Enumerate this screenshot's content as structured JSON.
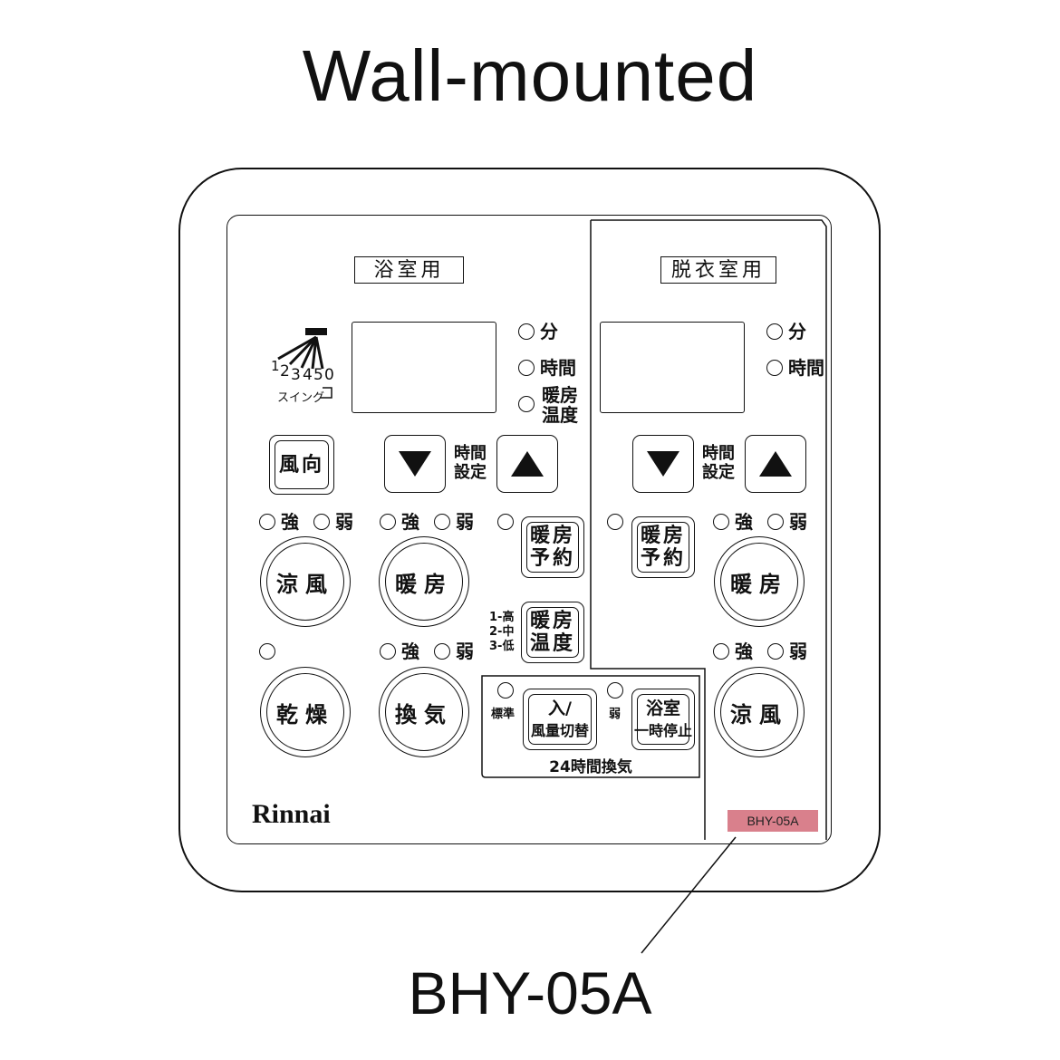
{
  "title": "Wall-mounted",
  "model_label": "BHY-05A",
  "model_tag": "BHY-05A",
  "brand": "Rinnai",
  "colors": {
    "model_tag_bg": "#d9808c",
    "line": "#111111"
  },
  "bath": {
    "label": "浴室用",
    "leds": {
      "min": "分",
      "hour": "時間",
      "heat_temp_1": "暖房",
      "heat_temp_2": "温度"
    },
    "swing": {
      "numbers": [
        "1",
        "2",
        "3",
        "4",
        "5",
        "0"
      ],
      "caption": "スイング"
    },
    "buttons": {
      "direction": "風向",
      "time_set_1": "時間",
      "time_set_2": "設定",
      "cool": "涼風",
      "heat": "暖房",
      "heat_reserve_1": "暖房",
      "heat_reserve_2": "予約",
      "heat_temp_1": "暖房",
      "heat_temp_2": "温度",
      "dry": "乾燥",
      "vent": "換気"
    },
    "levels": {
      "strong": "強",
      "weak": "弱"
    },
    "temp_legend": [
      "1-高",
      "2-中",
      "3-低"
    ]
  },
  "vent24": {
    "caption": "24時間換気",
    "standard": "標準",
    "weak": "弱",
    "switch_1": "入/",
    "switch_2": "風量切替",
    "pause_1": "浴室",
    "pause_2": "一時停止"
  },
  "dressing": {
    "label": "脱衣室用",
    "leds": {
      "min": "分",
      "hour": "時間"
    },
    "buttons": {
      "time_set_1": "時間",
      "time_set_2": "設定",
      "heat_reserve_1": "暖房",
      "heat_reserve_2": "予約",
      "heat": "暖房",
      "cool": "涼風"
    },
    "levels": {
      "strong": "強",
      "weak": "弱"
    }
  }
}
